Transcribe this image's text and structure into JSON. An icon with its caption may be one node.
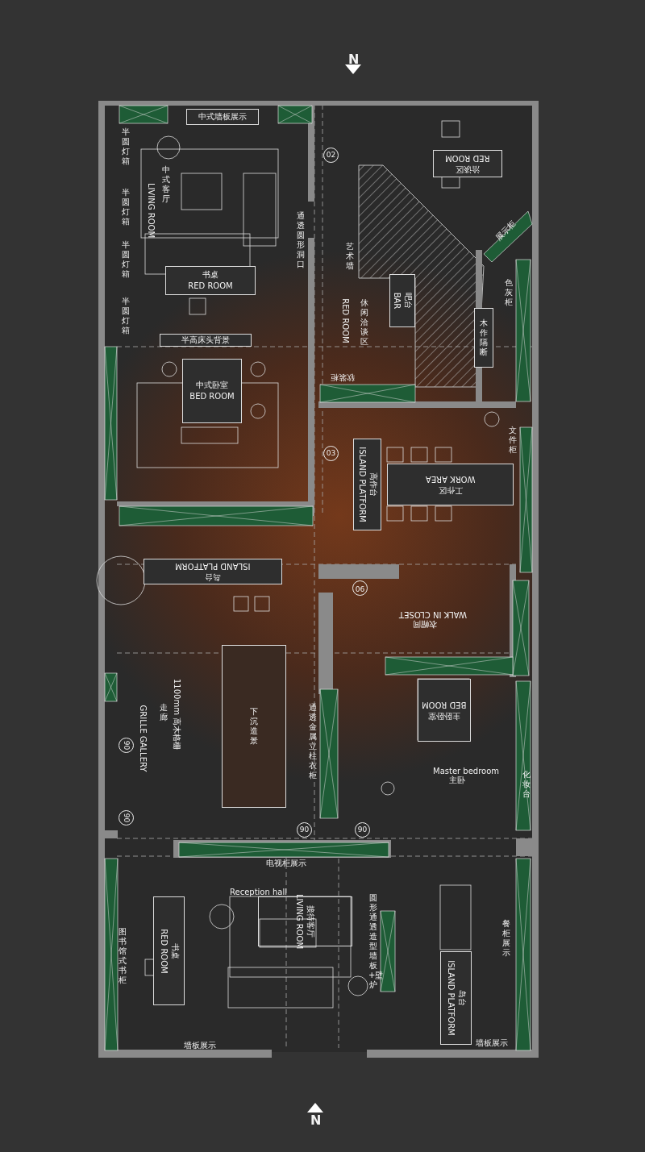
{
  "diagram": {
    "nodes": [
      {
        "text": [
          "中式墙板展示"
        ]
      },
      {
        "text": [
          "书桌",
          "RED ROOM"
        ]
      },
      {
        "text": [
          "半高床头背景"
        ]
      },
      {
        "text": [
          "洽谈区",
          "RED ROOM"
        ]
      },
      {
        "text": [
          "吧台",
          "BAR"
        ]
      },
      {
        "text": [
          "木作隔断"
        ]
      },
      {
        "text": [
          "中式卧室",
          "BED ROOM"
        ]
      },
      {
        "text": [
          "高作台",
          "ISLAND PLATFORM"
        ]
      },
      {
        "text": [
          "工作区",
          "WORK AREA"
        ]
      },
      {
        "text": [
          "岛台",
          "ISLAND PLATFORM"
        ]
      },
      {
        "text": [
          "主卧卧室",
          "BED ROOM"
        ]
      },
      {
        "text": [
          "下沉造景"
        ]
      },
      {
        "text": [
          "接待客厅",
          "LIVING ROOM"
        ]
      },
      {
        "text": [
          "书桌",
          "RED ROOM"
        ]
      },
      {
        "text": [
          "岛台",
          "ISLAND PLATFORM"
        ]
      }
    ],
    "edges": [],
    "labels": [
      "N",
      "半圆灯箱",
      "半圆灯箱",
      "半圆灯箱",
      "半圆灯箱",
      "中式客厅",
      "LIVING ROOM",
      "通透圆形洞口",
      "02",
      "艺术墙",
      "RED ROOM",
      "休闲洽谈区",
      "展示柜",
      "色灰柜",
      "软装柜",
      "03",
      "文件柜",
      "衣帽间",
      "WALK IN CLOSET",
      "90",
      "走廊",
      "GRILLE GALLERY",
      "1100mm 高木格栅",
      "90",
      "90",
      "通透金属立柱衣柜",
      "Master bedroom",
      "主卧",
      "化妆台",
      "90",
      "90",
      "电视柜展示",
      "Reception hall",
      "图书馆式书柜",
      "圆形通透造型墙板+壁炉",
      "餐柜展示",
      "墙板展示",
      "墙板展示",
      "N"
    ]
  }
}
